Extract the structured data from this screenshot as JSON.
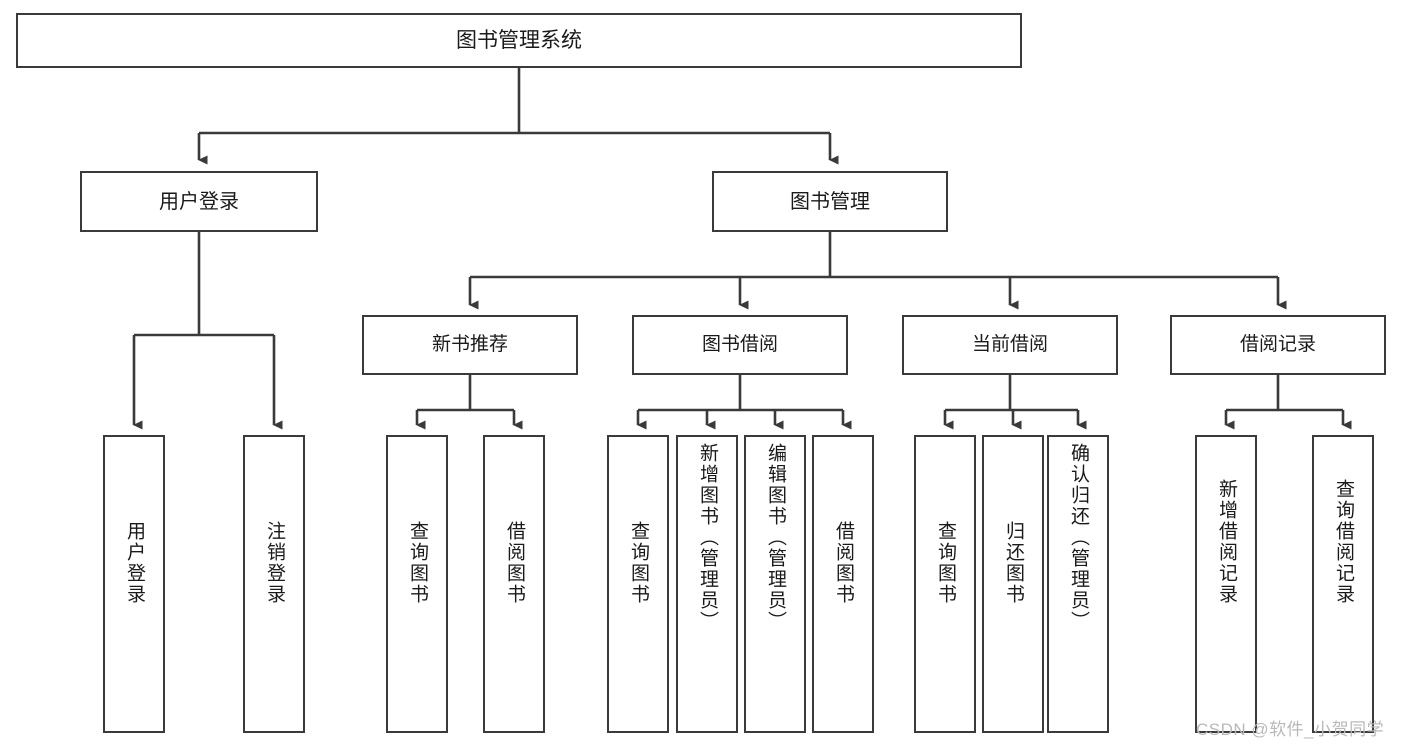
{
  "diagram": {
    "type": "tree",
    "title": "图书管理系统",
    "root": {
      "label": "图书管理系统"
    },
    "level1": [
      {
        "label": "用户登录"
      },
      {
        "label": "图书管理"
      }
    ],
    "level2": [
      {
        "label": "新书推荐"
      },
      {
        "label": "图书借阅"
      },
      {
        "label": "当前借阅"
      },
      {
        "label": "借阅记录"
      }
    ],
    "leaves": {
      "user_login": [
        {
          "label": "用户登录"
        },
        {
          "label": "注销登录"
        }
      ],
      "new_book_recommend": [
        {
          "label": "查询图书"
        },
        {
          "label": "借阅图书"
        }
      ],
      "book_borrow": [
        {
          "label": "查询图书"
        },
        {
          "label": "新增图书（管理员）"
        },
        {
          "label": "编辑图书（管理员）"
        },
        {
          "label": "借阅图书"
        }
      ],
      "current_borrow": [
        {
          "label": "查询图书"
        },
        {
          "label": "归还图书"
        },
        {
          "label": "确认归还（管理员）"
        }
      ],
      "borrow_record": [
        {
          "label": "新增借阅记录"
        },
        {
          "label": "查询借阅记录"
        }
      ]
    }
  },
  "watermark": {
    "text": "CSDN @软件_小贺同学"
  },
  "colors": {
    "stroke": "#3a3a3a",
    "background": "#ffffff",
    "text": "#1a1a1a",
    "watermark": "#b9b9b9"
  }
}
